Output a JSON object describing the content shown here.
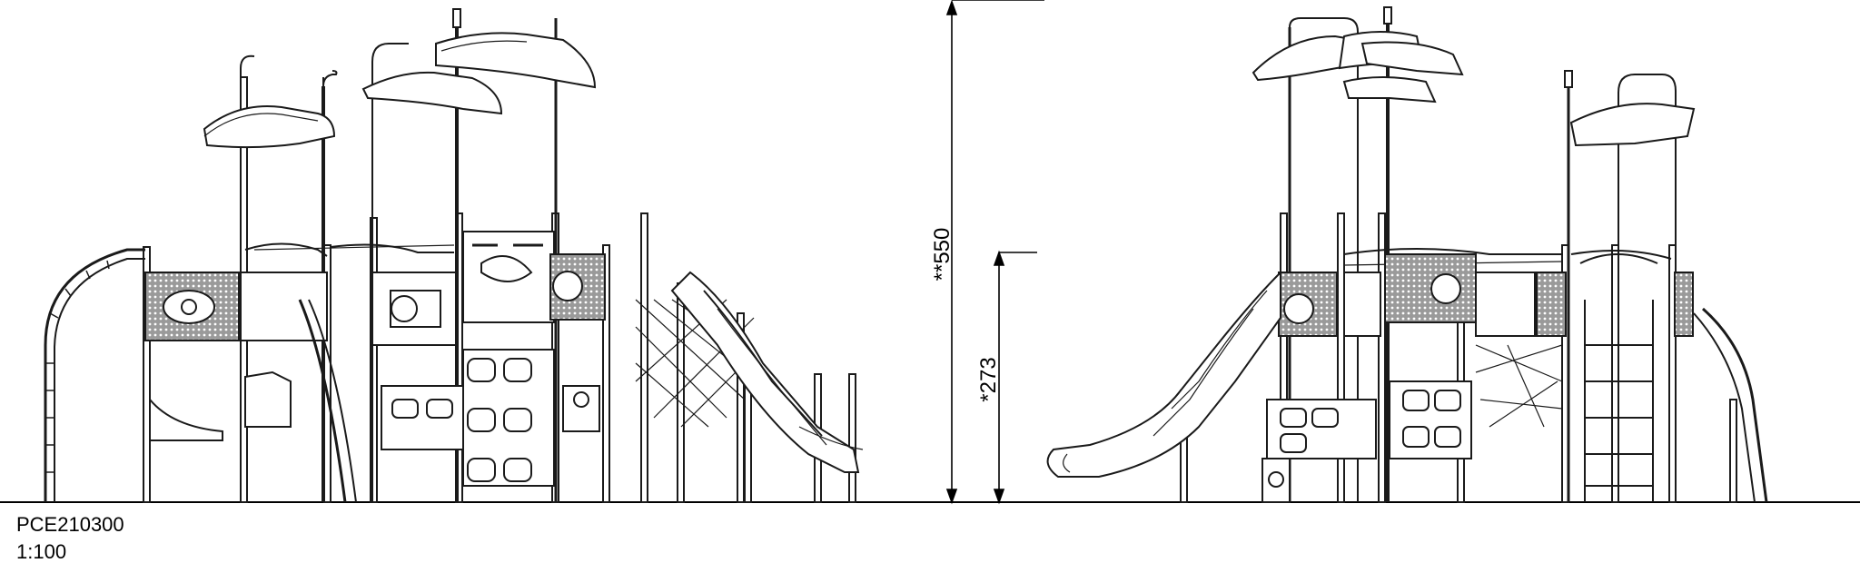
{
  "drawing": {
    "product_code": "PCE210300",
    "scale": "1:100",
    "dimensions": {
      "overall_height": "**550",
      "platform_height": "*273"
    },
    "colors": {
      "line": "#1a1a1a",
      "panel_fill": "#8a8a8a",
      "background": "#ffffff"
    }
  }
}
